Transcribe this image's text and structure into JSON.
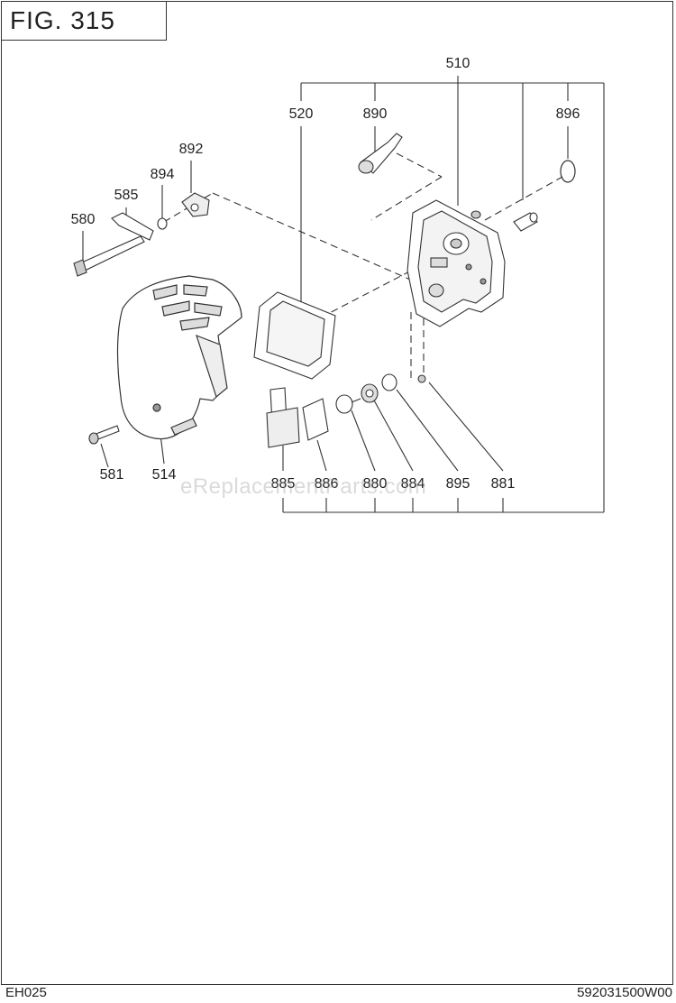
{
  "figure": {
    "title": "FIG. 315"
  },
  "watermark": "eReplacementParts.com",
  "footer": {
    "left": "EH025",
    "right": "592031500W00"
  },
  "labels": {
    "p510": "510",
    "p520": "520",
    "p890": "890",
    "p896": "896",
    "p892": "892",
    "p894": "894",
    "p585": "585",
    "p580": "580",
    "p581": "581",
    "p514": "514",
    "p885": "885",
    "p886": "886",
    "p880": "880",
    "p884": "884",
    "p895": "895",
    "p881": "881"
  }
}
